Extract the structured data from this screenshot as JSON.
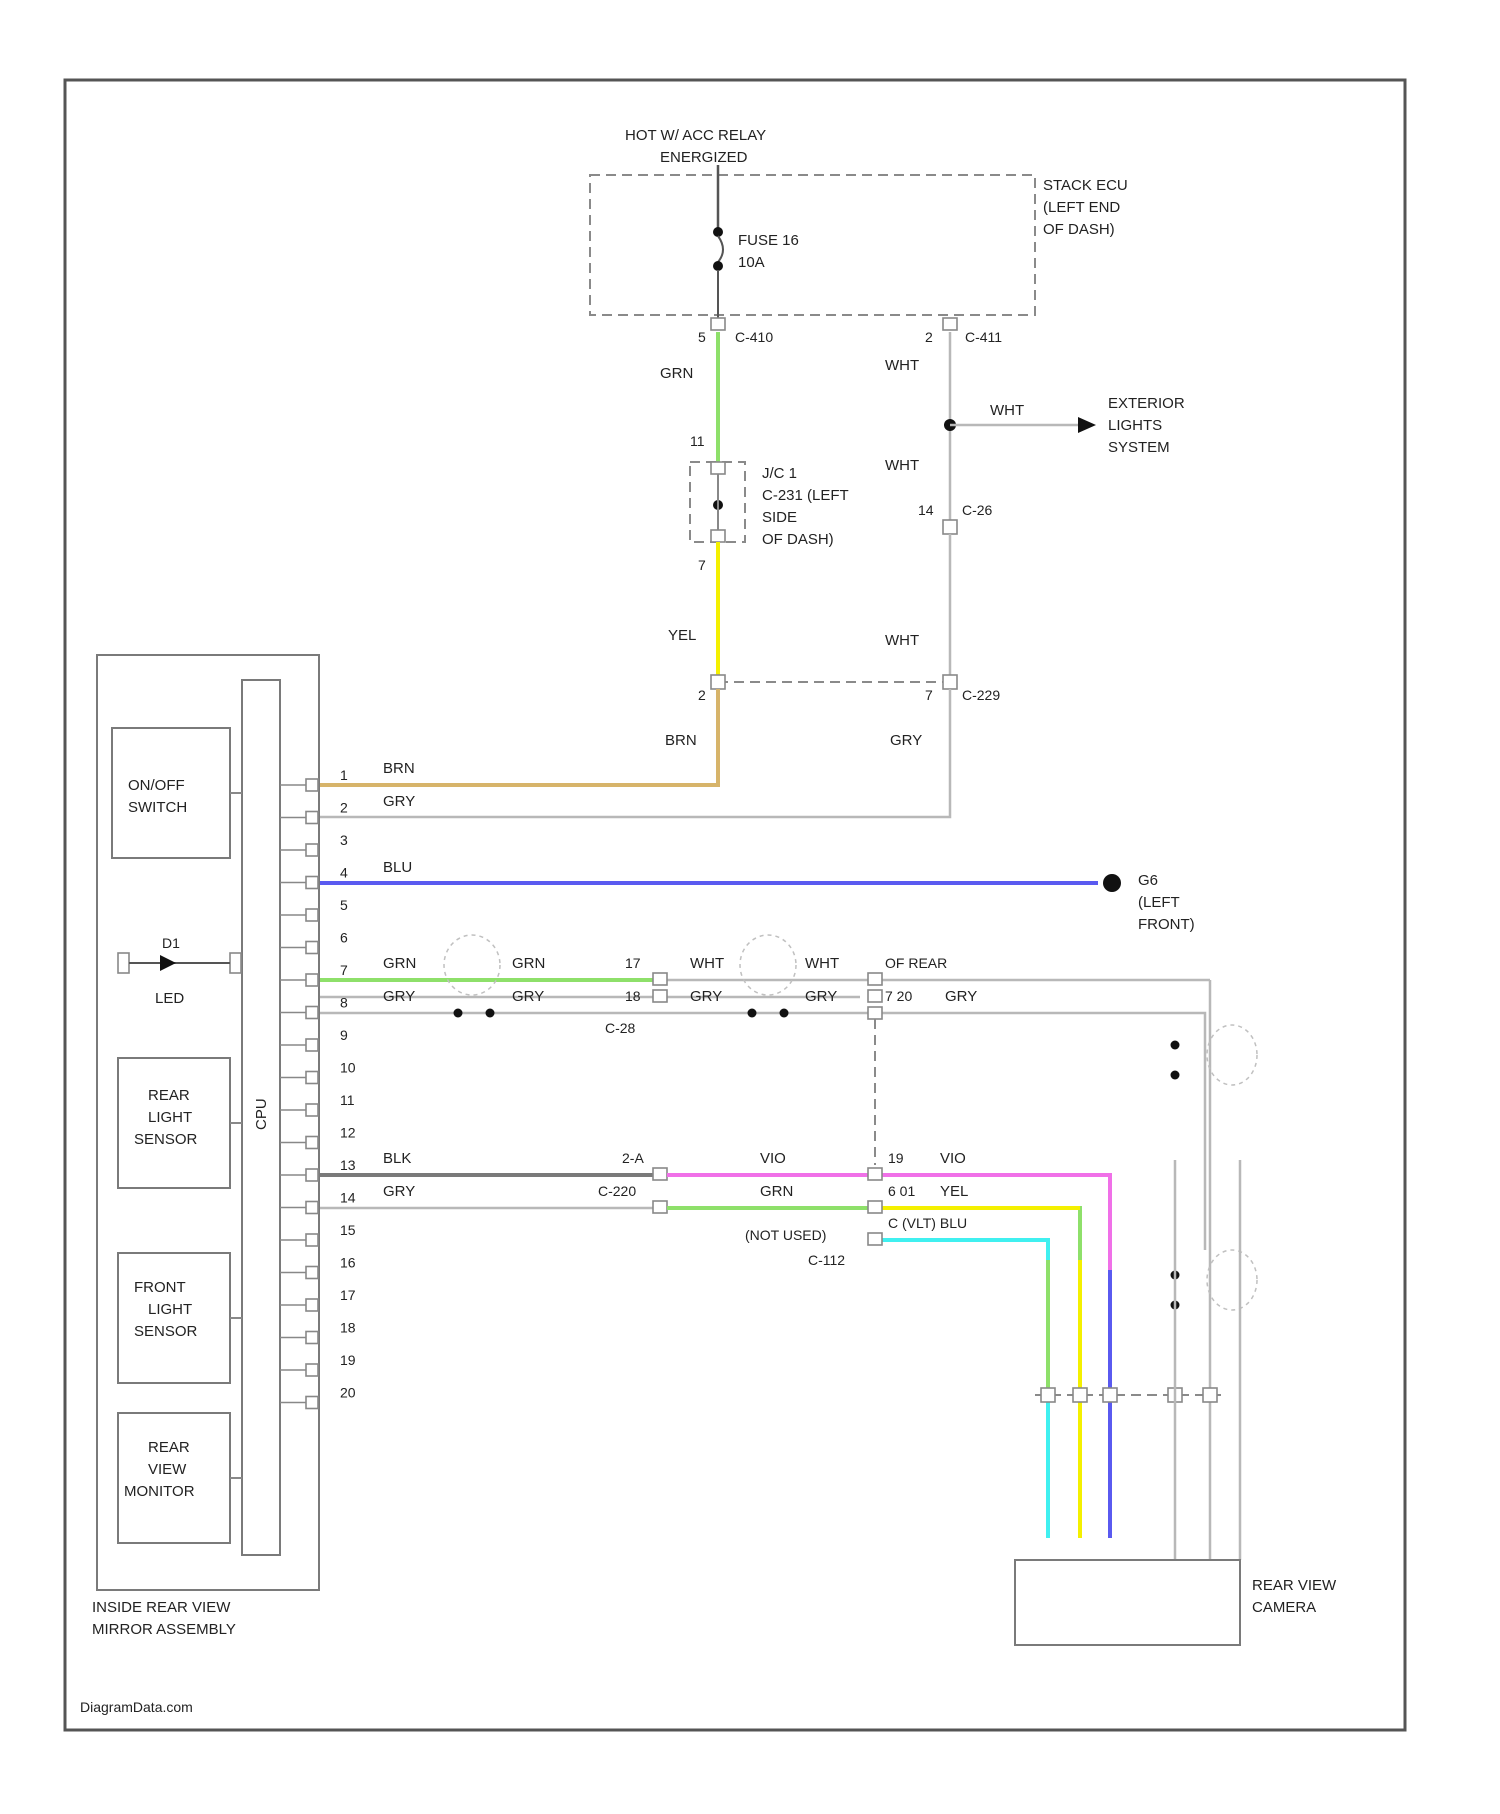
{
  "top": {
    "source_1": "HOT W/ ACC RELAY",
    "source_2": "ENERGIZED",
    "fuse_1": "FUSE 16",
    "fuse_2": "10A",
    "module_1": "STACK ECU",
    "module_2": "(LEFT END",
    "module_3": "OF DASH)"
  },
  "exterior": [
    "EXTERIOR",
    "LIGHTS",
    "SYSTEM"
  ],
  "ground": [
    "G6",
    "(LEFT",
    "FRONT)"
  ],
  "jc": [
    "J/C 1",
    "C-231 (LEFT",
    "SIDE",
    "OF DASH)"
  ],
  "mirror": {
    "cpu_label": "CPU",
    "label_1": "INSIDE REAR VIEW",
    "label_2": "MIRROR ASSEMBLY",
    "components": [
      [
        "ON/OFF",
        "SWITCH"
      ],
      [
        "REAR",
        "LIGHT",
        "SENSOR"
      ],
      [
        "FRONT",
        "LIGHT",
        "SENSOR"
      ],
      [
        "REAR",
        "VIEW",
        "MONITOR"
      ]
    ],
    "led_label": "LED",
    "led_mark": "D1",
    "pins": [
      "1",
      "2",
      "3",
      "4",
      "5",
      "6",
      "7",
      "8",
      "9",
      "10",
      "11",
      "12",
      "13",
      "14",
      "15",
      "16",
      "17",
      "18",
      "19",
      "20"
    ]
  },
  "camera": [
    "REAR VIEW",
    "CAMERA"
  ],
  "watermark": "DiagramData.com",
  "labels": {
    "c410": "C-410",
    "c411": "C-411",
    "pin5": "5",
    "pin2": "2",
    "grn": "GRN",
    "wht": "WHT",
    "pin11": "11",
    "pin7": "7",
    "pin14": "14",
    "c26": "C-26",
    "yel": "YEL",
    "c229": "C-229",
    "brn": "BRN",
    "gry": "GRY",
    "blu": "BLU",
    "blk": "BLK",
    "vio": "VIO",
    "c28": "C-28",
    "c220": "C-220",
    "c112": "C-112",
    "not_used": "(NOT USED)",
    "pin17": "17",
    "pin18": "18",
    "pin19": "19",
    "pin2a": "2-A",
    "pin7_20": "7 20",
    "pin601": "6 01",
    "c_vlt": "C (VLT) BLU",
    "of_rear": "OF REAR"
  },
  "colors": {
    "grn": "#8ee06a",
    "yel": "#f4f000",
    "brn": "#d7b46a",
    "blu": "#5a5af0",
    "vio": "#f070e8",
    "cyan": "#40f0f0",
    "gry": "#bdbdbd",
    "blk": "#7a7a7a"
  }
}
